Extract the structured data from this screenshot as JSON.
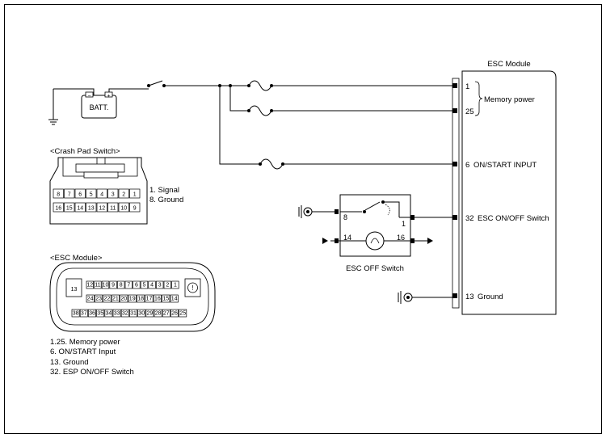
{
  "battery": {
    "label": "BATT.",
    "neg": "−",
    "pos": "+"
  },
  "esc_module": {
    "title": "ESC Module",
    "memory_power_label": "Memory power",
    "pins": [
      {
        "num": "1",
        "text": ""
      },
      {
        "num": "25",
        "text": ""
      },
      {
        "num": "6",
        "text": "ON/START INPUT"
      },
      {
        "num": "32",
        "text": "ESC ON/OFF Switch"
      },
      {
        "num": "13",
        "text": "Ground"
      }
    ]
  },
  "esc_off_switch": {
    "title": "ESC OFF Switch",
    "pins": [
      "8",
      "1",
      "14",
      "16"
    ]
  },
  "crash_pad_connector": {
    "title": "<Crash Pad Switch>",
    "row1": [
      "8",
      "7",
      "6",
      "5",
      "4",
      "3",
      "2",
      "1"
    ],
    "row2": [
      "16",
      "15",
      "14",
      "13",
      "12",
      "11",
      "10",
      "9"
    ],
    "legend": [
      "1. Signal",
      "8. Ground"
    ]
  },
  "esc_connector": {
    "title": "<ESC Module>",
    "big_left": "13",
    "big_right": "!",
    "row1": [
      "12",
      "11",
      "10",
      "9",
      "8",
      "7",
      "6",
      "5",
      "4",
      "3",
      "2",
      "1"
    ],
    "row2": [
      "24",
      "23",
      "22",
      "21",
      "20",
      "19",
      "18",
      "17",
      "16",
      "15",
      "14"
    ],
    "row3": [
      "38",
      "37",
      "36",
      "35",
      "34",
      "33",
      "32",
      "31",
      "30",
      "29",
      "28",
      "27",
      "26",
      "25"
    ],
    "legend": [
      "1.25. Memory power",
      "6. ON/START Input",
      "13. Ground",
      "32. ESP ON/OFF Switch"
    ]
  }
}
